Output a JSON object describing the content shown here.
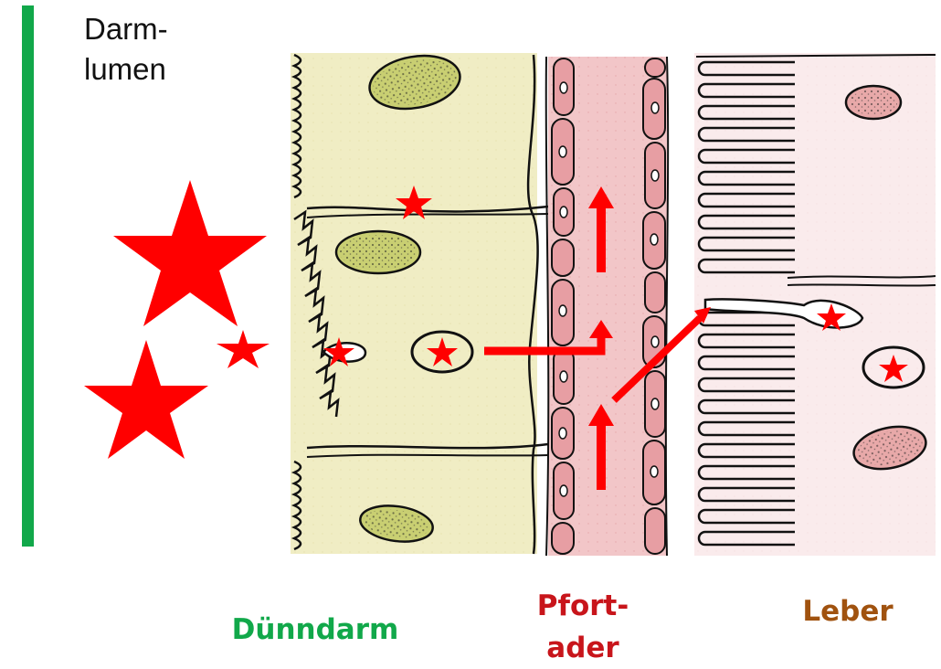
{
  "labels": {
    "lumen_line1": "Darm-",
    "lumen_line2": "lumen",
    "small_intestine": "Dünndarm",
    "portal_vein_line1": "Pfort-",
    "portal_vein_line2": "ader",
    "liver": "Leber"
  },
  "colors": {
    "lumen_bar": "#11a84a",
    "small_intestine_text": "#11a84a",
    "portal_vein_text": "#c8151b",
    "liver_text": "#a0520f",
    "marker_red": "#ff0000",
    "intestine_tissue": "#f0edc4",
    "portal_tissue": "#f2c6c8",
    "liver_tissue": "#f7ede6",
    "nucleus_intestine": "#c9cf72",
    "nucleus_liver": "#e8a9a9"
  },
  "icons": [
    "star-icon",
    "arrow-icon",
    "circle-marker-icon"
  ]
}
